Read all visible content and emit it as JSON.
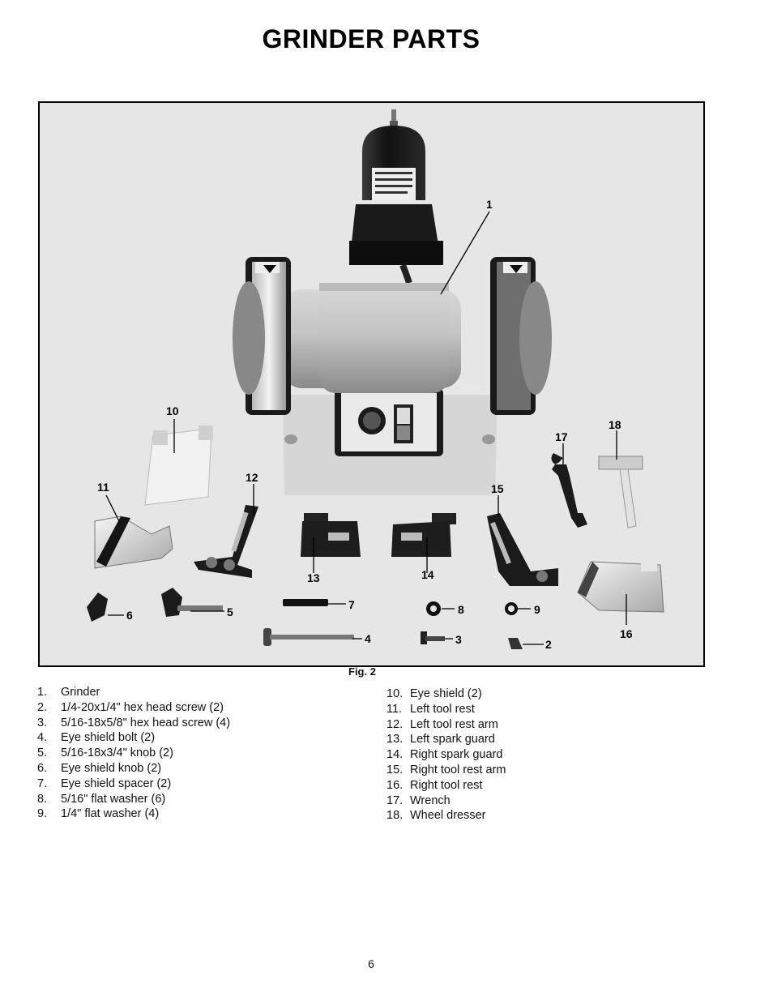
{
  "title": "GRINDER PARTS",
  "figure": {
    "caption": "Fig. 2",
    "callouts": [
      "1",
      "2",
      "3",
      "4",
      "5",
      "6",
      "7",
      "8",
      "9",
      "10",
      "11",
      "12",
      "13",
      "14",
      "15",
      "16",
      "17",
      "18"
    ]
  },
  "parts_left": [
    {
      "num": "1.",
      "text": "Grinder"
    },
    {
      "num": "2.",
      "text": "1/4-20x1/4\" hex head screw (2)"
    },
    {
      "num": "3.",
      "text": "5/16-18x5/8\" hex head screw (4)"
    },
    {
      "num": "4.",
      "text": "Eye shield bolt (2)"
    },
    {
      "num": "5.",
      "text": "5/16-18x3/4\" knob (2)"
    },
    {
      "num": "6.",
      "text": "Eye shield knob (2)"
    },
    {
      "num": "7.",
      "text": "Eye shield spacer (2)"
    },
    {
      "num": "8.",
      "text": "5/16\" flat washer (6)"
    },
    {
      "num": "9.",
      "text": "1/4\" flat washer (4)"
    }
  ],
  "parts_right": [
    {
      "num": "10.",
      "text": "Eye shield (2)"
    },
    {
      "num": "11.",
      "text": "Left tool rest"
    },
    {
      "num": "12.",
      "text": "Left tool rest arm"
    },
    {
      "num": "13.",
      "text": "Left spark guard"
    },
    {
      "num": "14.",
      "text": "Right spark guard"
    },
    {
      "num": "15.",
      "text": "Right tool rest arm"
    },
    {
      "num": "16.",
      "text": "Right tool rest"
    },
    {
      "num": "17.",
      "text": "Wrench"
    },
    {
      "num": "18.",
      "text": "Wheel dresser"
    }
  ],
  "page_number": "6"
}
